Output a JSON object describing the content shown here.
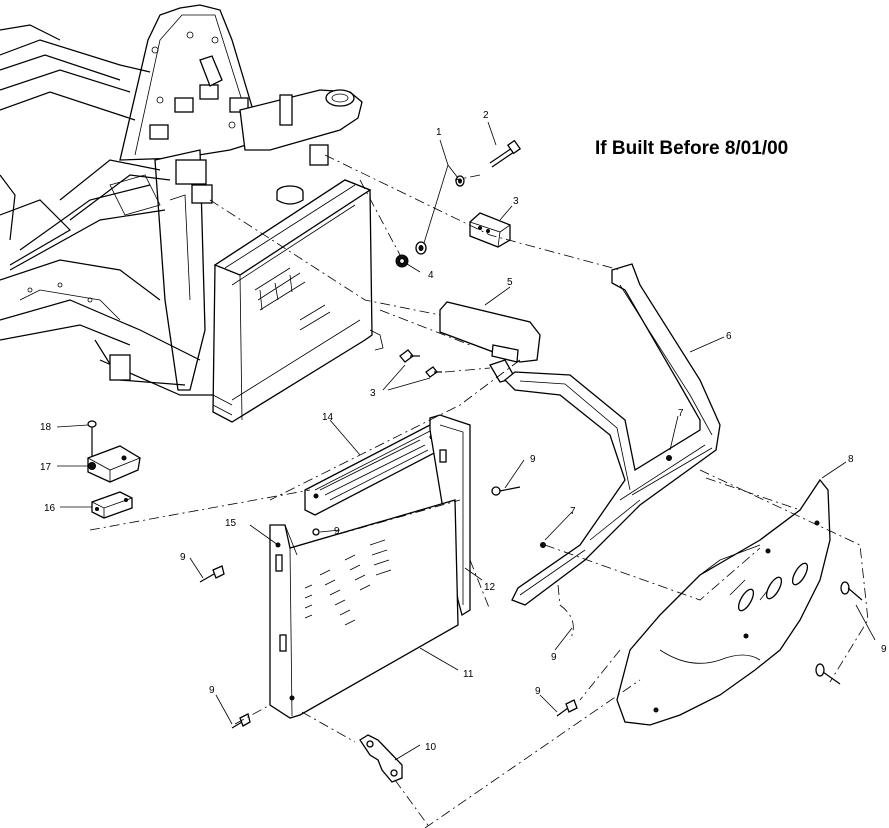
{
  "title": "If Built Before 8/01/00",
  "callouts": {
    "c1": "1",
    "c2": "2",
    "c3a": "3",
    "c3b": "3",
    "c4": "4",
    "c5": "5",
    "c6": "6",
    "c7a": "7",
    "c7b": "7",
    "c8": "8",
    "c9a": "9",
    "c9b": "9",
    "c9c": "9",
    "c9d": "9",
    "c9e": "9",
    "c9f": "9",
    "c9g": "9",
    "c10": "10",
    "c11": "11",
    "c12": "12",
    "c14": "14",
    "c15": "15",
    "c16": "16",
    "c17": "17",
    "c18": "18"
  },
  "colors": {
    "line": "#000000",
    "background": "#ffffff"
  }
}
